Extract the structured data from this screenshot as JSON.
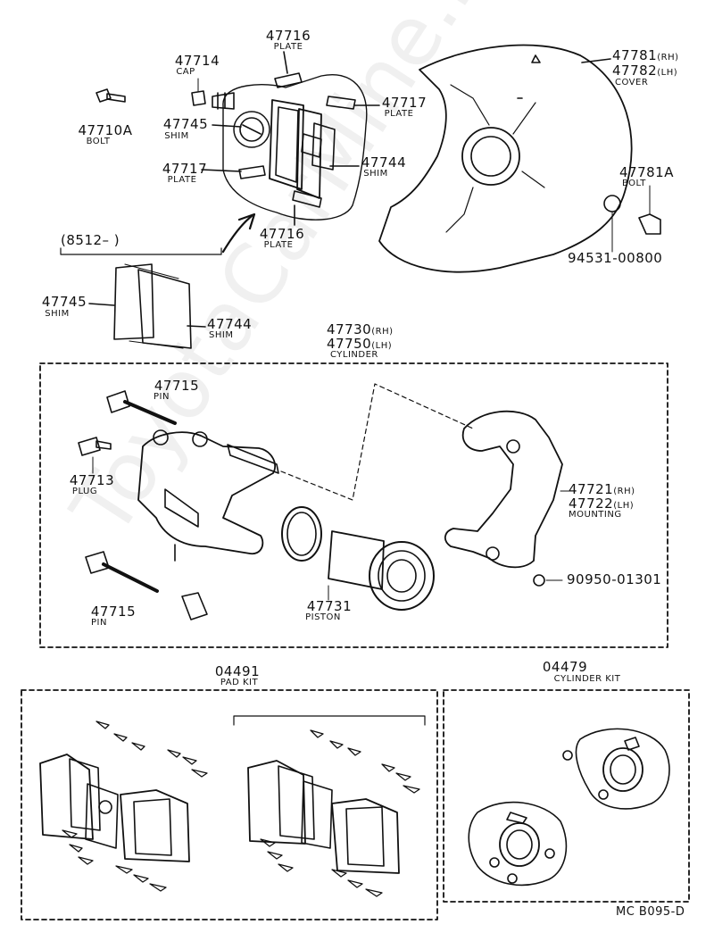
{
  "watermark": "ToyotaCarMine.ru",
  "figure_code": "MC B095-D",
  "date_range": "(8512–      )",
  "parts": {
    "p47716a": {
      "num": "47716",
      "name": "PLATE"
    },
    "p47714": {
      "num": "47714",
      "name": "CAP"
    },
    "p47710a": {
      "num": "47710A",
      "name": "BOLT"
    },
    "p47745a": {
      "num": "47745",
      "name": "SHIM"
    },
    "p47717a": {
      "num": "47717",
      "name": "PLATE"
    },
    "p47717b": {
      "num": "47717",
      "name": "PLATE"
    },
    "p47744a": {
      "num": "47744",
      "name": "SHIM"
    },
    "p47716b": {
      "num": "47716",
      "name": "PLATE"
    },
    "p47781": {
      "num": "47781",
      "suffix": "(RH)"
    },
    "p47782": {
      "num": "47782",
      "suffix": "(LH)",
      "name": "COVER"
    },
    "p47781a": {
      "num": "47781A",
      "name": "BOLT"
    },
    "p94531": {
      "num": "94531-00800"
    },
    "p47745b": {
      "num": "47745",
      "name": "SHIM"
    },
    "p47744b": {
      "num": "47744",
      "name": "SHIM"
    },
    "p47730": {
      "num": "47730",
      "suffix": "(RH)"
    },
    "p47750": {
      "num": "47750",
      "suffix": "(LH)",
      "name": "CYLINDER"
    },
    "p47715a": {
      "num": "47715",
      "name": "PIN"
    },
    "p47713": {
      "num": "47713",
      "name": "PLUG"
    },
    "p47715b": {
      "num": "47715",
      "name": "PIN"
    },
    "p47721": {
      "num": "47721",
      "suffix": "(RH)"
    },
    "p47722": {
      "num": "47722",
      "suffix": "(LH)",
      "name": "MOUNTING"
    },
    "p90950": {
      "num": "90950-01301"
    },
    "p47731": {
      "num": "47731",
      "name": "PISTON"
    },
    "p04491": {
      "num": "04491",
      "name": "PAD KIT"
    },
    "p04479": {
      "num": "04479",
      "name": "CYLINDER KIT"
    }
  }
}
